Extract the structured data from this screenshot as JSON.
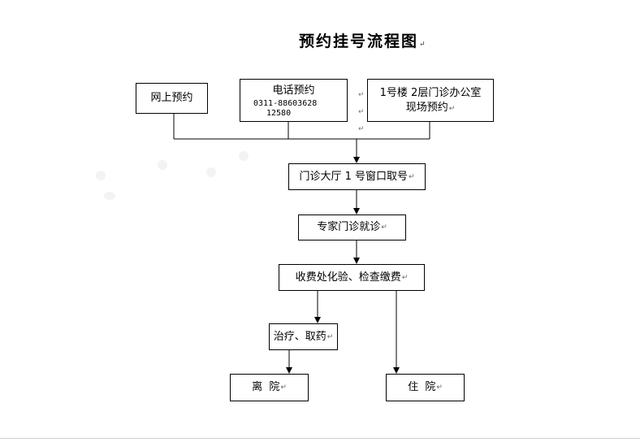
{
  "title": "预约挂号流程图",
  "return_mark": "↵",
  "nodes": {
    "online": {
      "label": "网上预约"
    },
    "phone": {
      "label": "电话预约",
      "number1": "0311-88603628",
      "number2": "12580"
    },
    "onsite": {
      "line1": "1号楼 2层门诊办公室",
      "line2": "现场预约"
    },
    "lobby": {
      "label": "门诊大厅 1 号窗口取号"
    },
    "expert": {
      "label": "专家门诊就诊"
    },
    "payment": {
      "label": "收费处化验、检查缴费"
    },
    "treatment": {
      "label": "治疗、取药"
    },
    "discharge": {
      "label": "离  院"
    },
    "admission": {
      "label": "住  院"
    }
  }
}
